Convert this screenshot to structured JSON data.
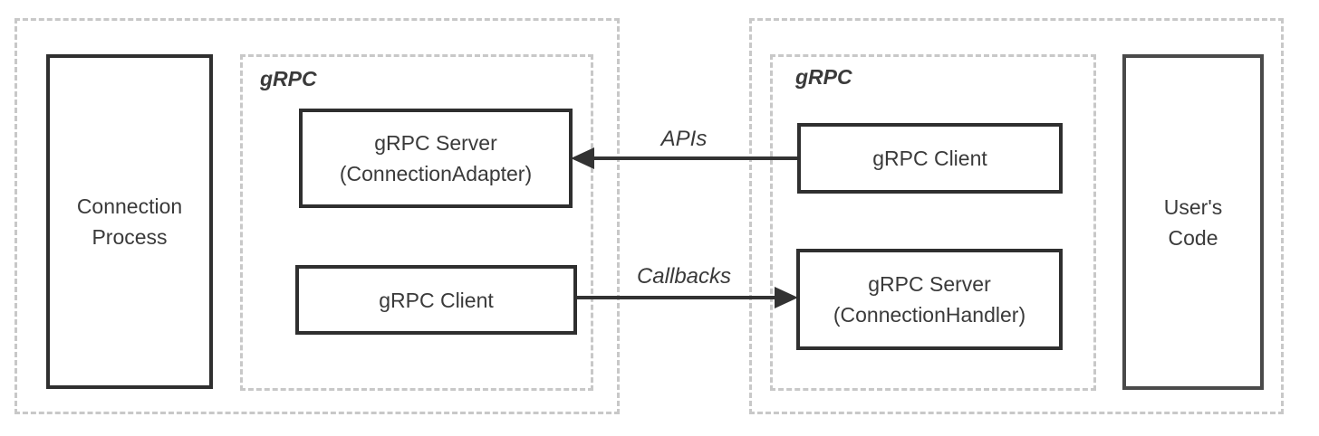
{
  "diagram": {
    "left_process": {
      "label_lines": [
        "Connection",
        "Process"
      ]
    },
    "left_grpc": {
      "title": "gRPC",
      "server_lines": [
        "gRPC Server",
        "(ConnectionAdapter)"
      ],
      "client_label": "gRPC Client"
    },
    "right_grpc": {
      "title": "gRPC",
      "client_label": "gRPC Client",
      "server_lines": [
        "gRPC Server",
        "(ConnectionHandler)"
      ]
    },
    "right_process": {
      "label_lines": [
        "User's",
        "Code"
      ]
    },
    "arrows": {
      "apis_label": "APIs",
      "callbacks_label": "Callbacks"
    },
    "colors": {
      "dashed_border": "#c8c8c8",
      "solid_border": "#2f2f2f",
      "user_code_border": "#4a4a4a",
      "text": "#3a3a3a",
      "arrow": "#333333",
      "background": "#ffffff"
    }
  }
}
